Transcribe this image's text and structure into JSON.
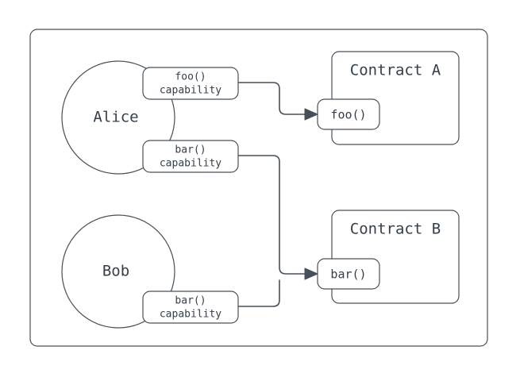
{
  "diagram": {
    "title": "capability-delegation-diagram",
    "colors": {
      "stroke": "#46505a",
      "text": "#36404a",
      "fill": "#ffffff",
      "background": "#ffffff"
    },
    "container": {
      "name": "outer-boundary"
    },
    "actors": [
      {
        "id": "alice",
        "label": "Alice"
      },
      {
        "id": "bob",
        "label": "Bob"
      }
    ],
    "capabilities": [
      {
        "id": "alice-foo",
        "line1": "foo()",
        "line2": "capability",
        "owner": "Alice"
      },
      {
        "id": "alice-bar",
        "line1": "bar()",
        "line2": "capability",
        "owner": "Alice"
      },
      {
        "id": "bob-bar",
        "line1": "bar()",
        "line2": "capability",
        "owner": "Bob"
      }
    ],
    "contracts": [
      {
        "id": "contract-a",
        "label": "Contract A",
        "method": {
          "id": "contract-a-foo",
          "label": "foo()"
        }
      },
      {
        "id": "contract-b",
        "label": "Contract B",
        "method": {
          "id": "contract-b-bar",
          "label": "bar()"
        }
      }
    ],
    "connectors": [
      {
        "id": "alice-foo-to-contract-a-foo",
        "from": "alice-foo",
        "to": "contract-a-foo"
      },
      {
        "id": "alice-bar-to-contract-b-bar",
        "from": "alice-bar",
        "to": "contract-b-bar"
      },
      {
        "id": "bob-bar-to-contract-b-bar",
        "from": "bob-bar",
        "to": "contract-b-bar"
      }
    ]
  }
}
